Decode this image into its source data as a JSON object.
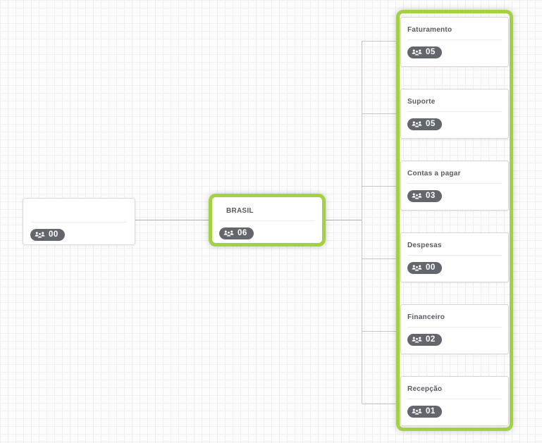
{
  "app": {
    "view": "organization-chart"
  },
  "colors": {
    "highlight_green": "#a3d144",
    "badge_background": "#63666c",
    "badge_text": "#ffffff",
    "title_text": "#56595f",
    "connector": "#b0b0b0",
    "card_border": "#d6d6d9",
    "grid_line": "#f0f0f3"
  },
  "icons": {
    "badge_icon": "users-group-icon"
  },
  "nodes": {
    "root": {
      "title": "",
      "member_count": "00"
    },
    "parent": {
      "title": "BRASIL",
      "member_count": "06",
      "highlighted": true
    },
    "children": [
      {
        "title": "Faturamento",
        "member_count": "05"
      },
      {
        "title": "Suporte",
        "member_count": "05"
      },
      {
        "title": "Contas a pagar",
        "member_count": "03"
      },
      {
        "title": "Despesas",
        "member_count": "00"
      },
      {
        "title": "Financeiro",
        "member_count": "02"
      },
      {
        "title": "Recepção",
        "member_count": "01"
      }
    ]
  }
}
